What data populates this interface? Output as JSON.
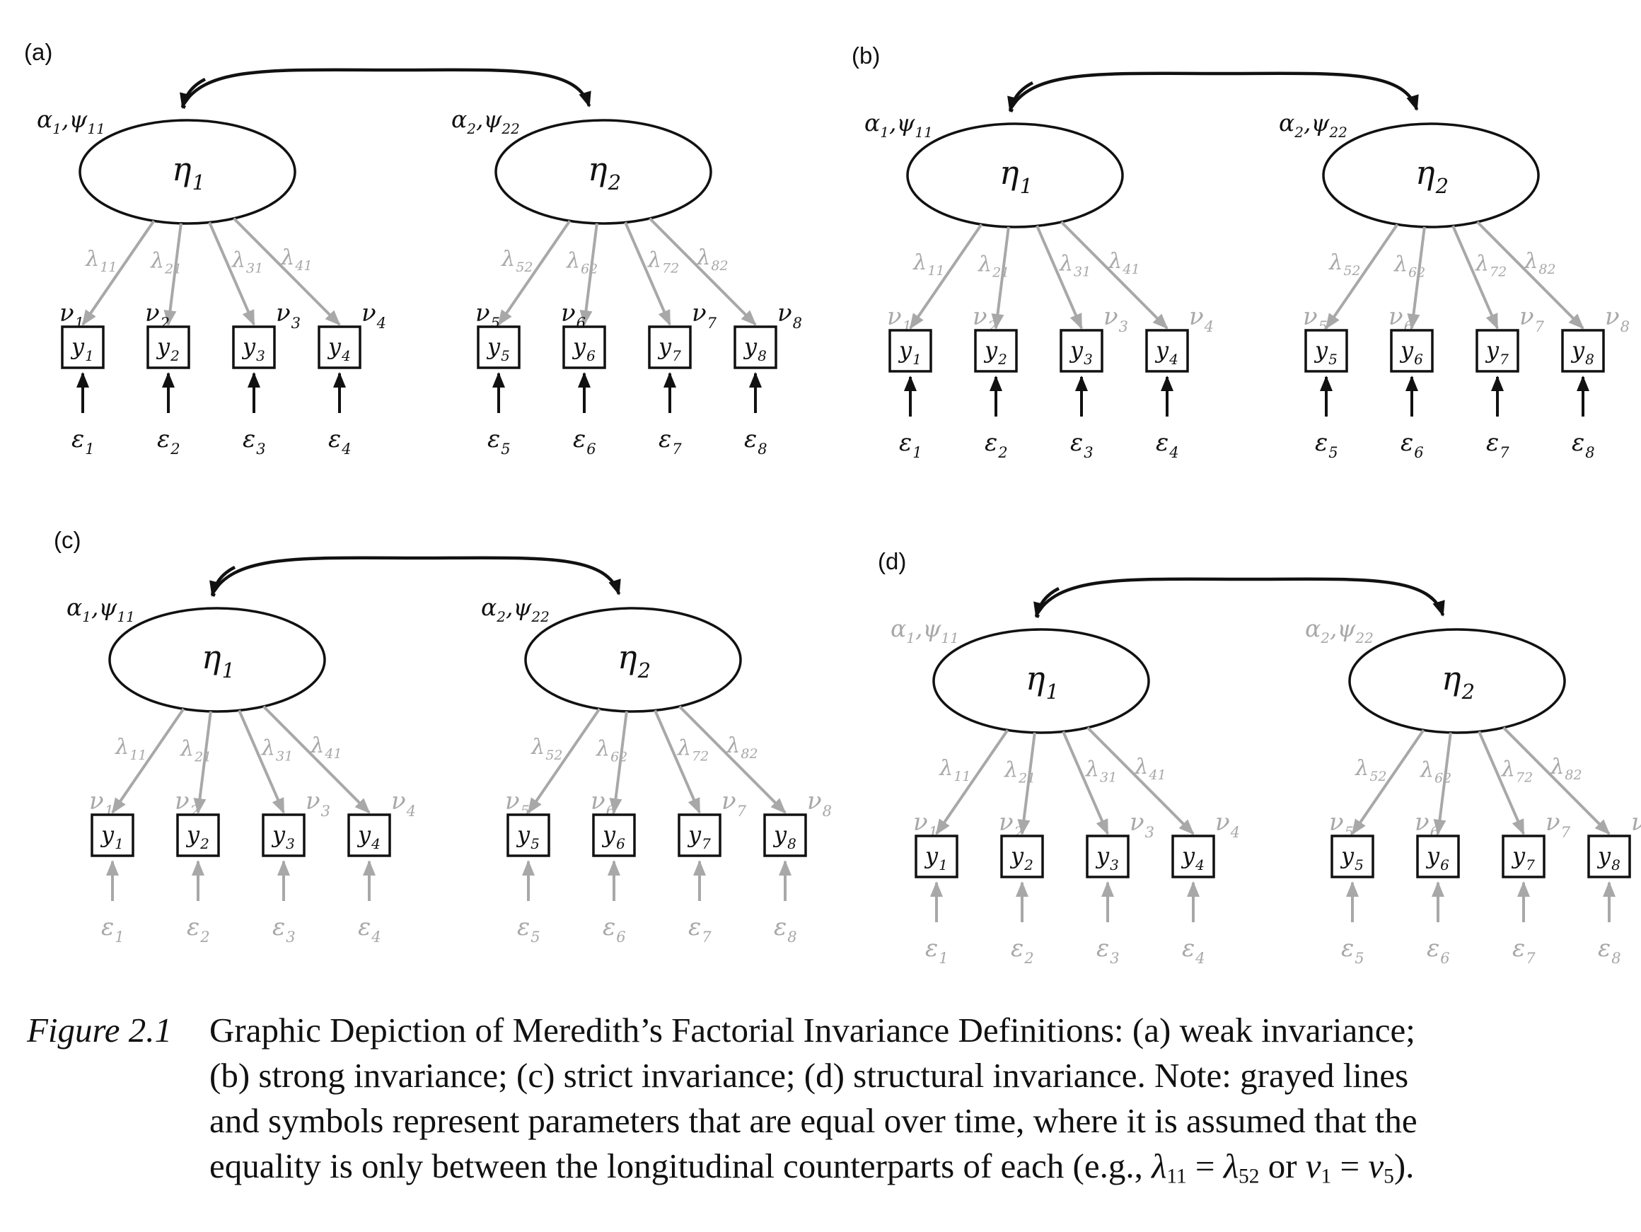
{
  "panels": [
    {
      "label": "(a)",
      "left_params": "α1,ψ11",
      "right_params": "α2,ψ22",
      "gray": {
        "params": false,
        "loadings": true,
        "intercepts": false,
        "residuals": false
      }
    },
    {
      "label": "(b)",
      "left_params": "α1,ψ11",
      "right_params": "α2,ψ22",
      "gray": {
        "params": false,
        "loadings": true,
        "intercepts": true,
        "residuals": false
      }
    },
    {
      "label": "(c)",
      "left_params": "α1,ψ11",
      "right_params": "α2,ψ22",
      "gray": {
        "params": false,
        "loadings": true,
        "intercepts": true,
        "residuals": true
      }
    },
    {
      "label": "(d)",
      "left_params": "α1,ψ11",
      "right_params": "α2,ψ22",
      "gray": {
        "params": true,
        "loadings": true,
        "intercepts": true,
        "residuals": true
      }
    }
  ],
  "factors": [
    "η1",
    "η2"
  ],
  "loadings": [
    "λ11",
    "λ21",
    "λ31",
    "λ41",
    "λ52",
    "λ62",
    "λ72",
    "λ82"
  ],
  "intercepts": [
    "ν1",
    "ν2",
    "ν3",
    "ν4",
    "ν5",
    "ν6",
    "ν7",
    "ν8"
  ],
  "indicators": [
    "y1",
    "y2",
    "y3",
    "y4",
    "y5",
    "y6",
    "y7",
    "y8"
  ],
  "residuals": [
    "ε1",
    "ε2",
    "ε3",
    "ε4",
    "ε5",
    "ε6",
    "ε7",
    "ε8"
  ],
  "colors": {
    "black": "#111111",
    "gray": "#a8a8a8"
  },
  "caption": {
    "label": "Figure 2.1",
    "line1": "Graphic Depiction of Meredith’s Factorial Invariance Definitions: (a) weak invariance;",
    "line2": "(b) strong invariance; (c) strict invariance; (d) structural invariance. Note: grayed lines",
    "line3": "and symbols represent parameters that are equal over time, where it is assumed that the",
    "line4_prefix": "equality is only between the longitudinal counterparts of each (e.g., ",
    "line4_l1": "λ",
    "line4_l1_sub": "11",
    "line4_eq1": " = ",
    "line4_l2": "λ",
    "line4_l2_sub": "52",
    "line4_or": " or ",
    "line4_v1": "ν",
    "line4_v1_sub": "1",
    "line4_eq2": " = ",
    "line4_v2": "ν",
    "line4_v2_sub": "5",
    "line4_suffix": ")."
  }
}
